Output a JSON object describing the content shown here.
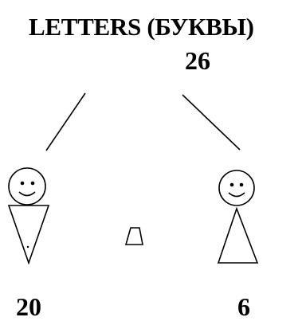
{
  "diagram": {
    "title": "LETTERS (БУКВЫ)",
    "total": "26",
    "left_count": "20",
    "right_count": "6"
  },
  "colors": {
    "stroke": "#000000",
    "background": "#ffffff"
  },
  "icons": [
    "smiley-face-icon",
    "inverted-triangle-body-icon",
    "triangle-body-icon",
    "trapezoid-icon"
  ]
}
